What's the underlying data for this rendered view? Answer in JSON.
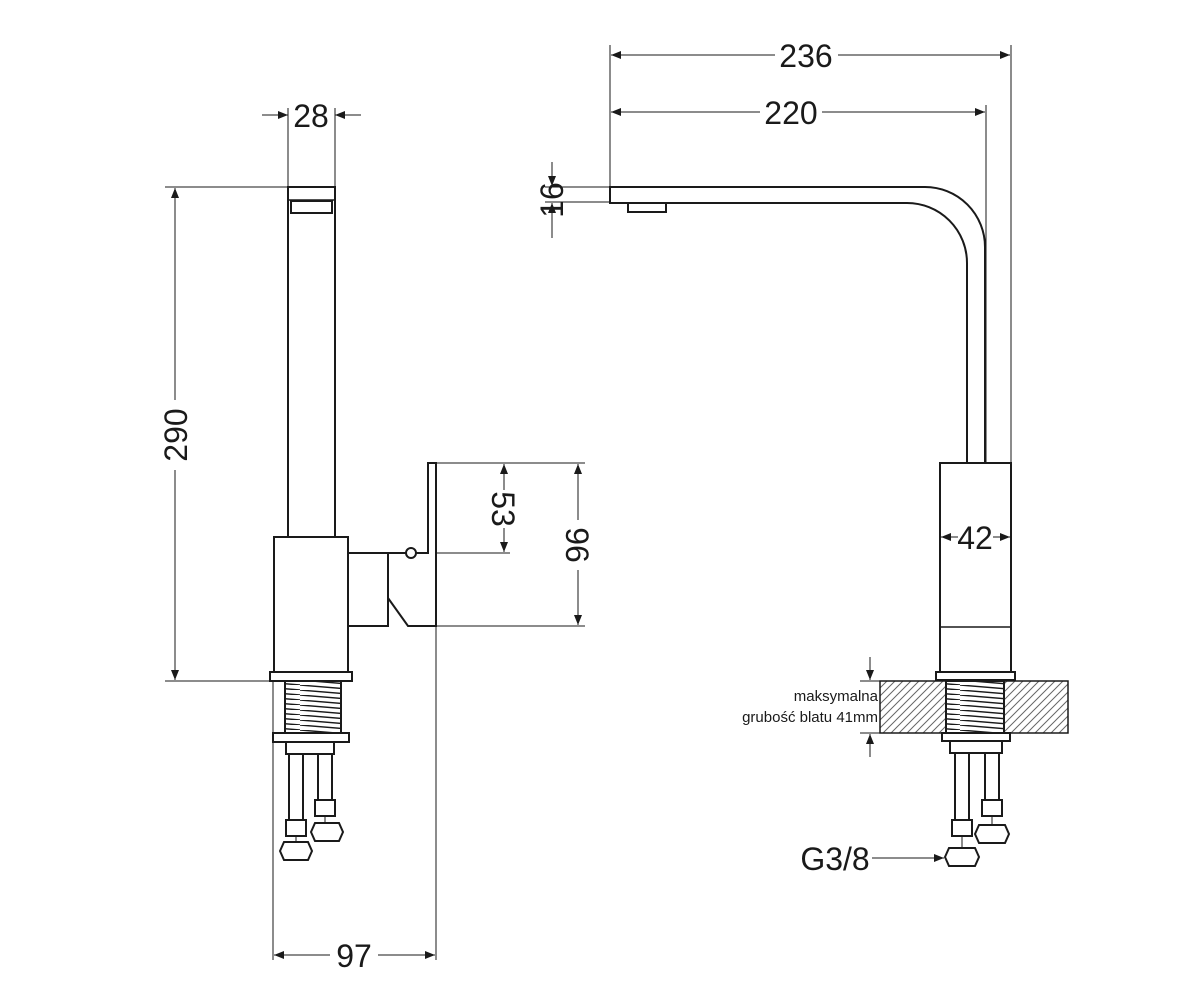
{
  "drawing": {
    "side_view": {
      "dim_top_width": "28",
      "dim_height": "290",
      "dim_lever_height": "53",
      "dim_body_height": "96",
      "dim_total_depth": "97"
    },
    "front_view": {
      "dim_overall_reach": "236",
      "dim_spout_reach": "220",
      "dim_spout_thickness": "16",
      "dim_body_width": "42",
      "countertop_note_line1": "maksymalna",
      "countertop_note_line2": "grubość blatu 41mm",
      "connector_label": "G3/8"
    },
    "colors": {
      "line": "#1a1a1a",
      "background": "#ffffff"
    }
  }
}
